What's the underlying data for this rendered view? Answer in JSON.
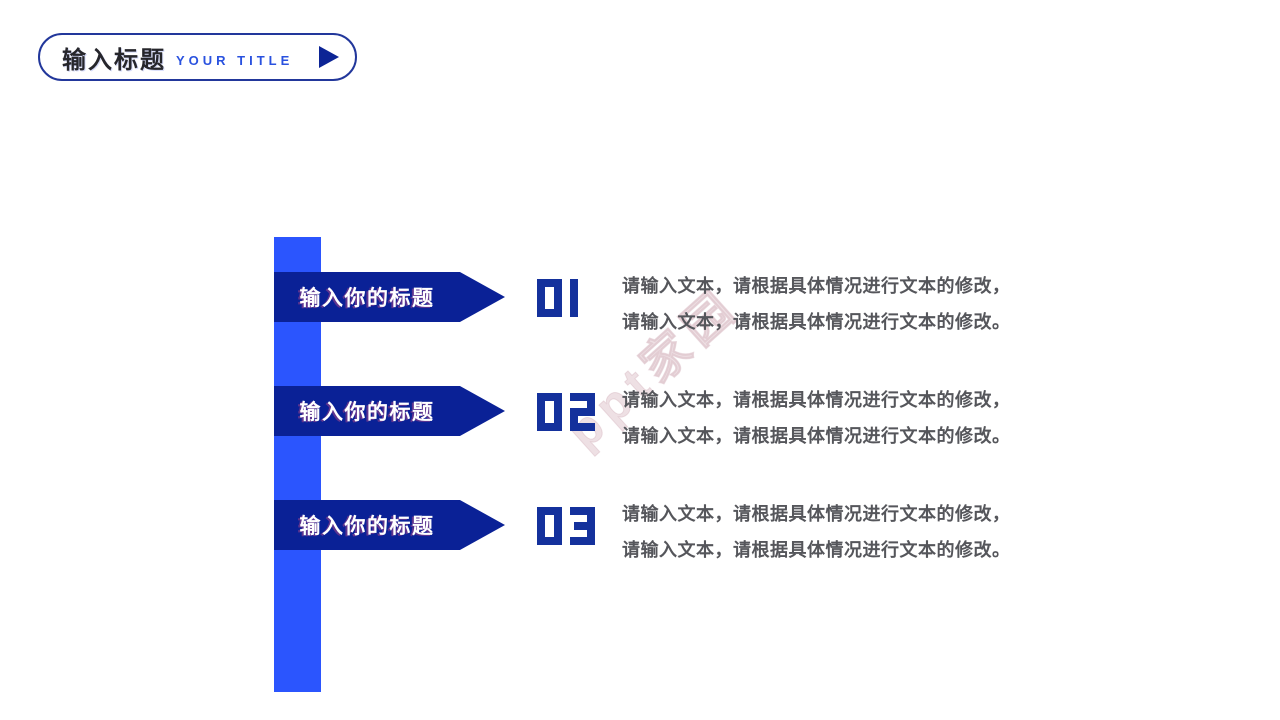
{
  "slide": {
    "header": {
      "title_cn": "输入标题",
      "title_en": "YOUR TITLE"
    },
    "watermark": "ppt家园",
    "rows": [
      {
        "number": "01",
        "title": "输入你的标题",
        "line1": "请输入文本，请根据具体情况进行文本的修改，",
        "line2": "请输入文本，请根据具体情况进行文本的修改。"
      },
      {
        "number": "02",
        "title": "输入你的标题",
        "line1": "请输入文本，请根据具体情况进行文本的修改，",
        "line2": "请输入文本，请根据具体情况进行文本的修改。"
      },
      {
        "number": "03",
        "title": "输入你的标题",
        "line1": "请输入文本，请根据具体情况进行文本的修改，",
        "line2": "请输入文本，请根据具体情况进行文本的修改。"
      }
    ],
    "colors": {
      "bright_blue": "#2b55fe",
      "dark_navy": "#0a2196",
      "number_blue": "#14319c",
      "title_en_blue": "#2a52df",
      "body_text": "#55565b"
    }
  }
}
